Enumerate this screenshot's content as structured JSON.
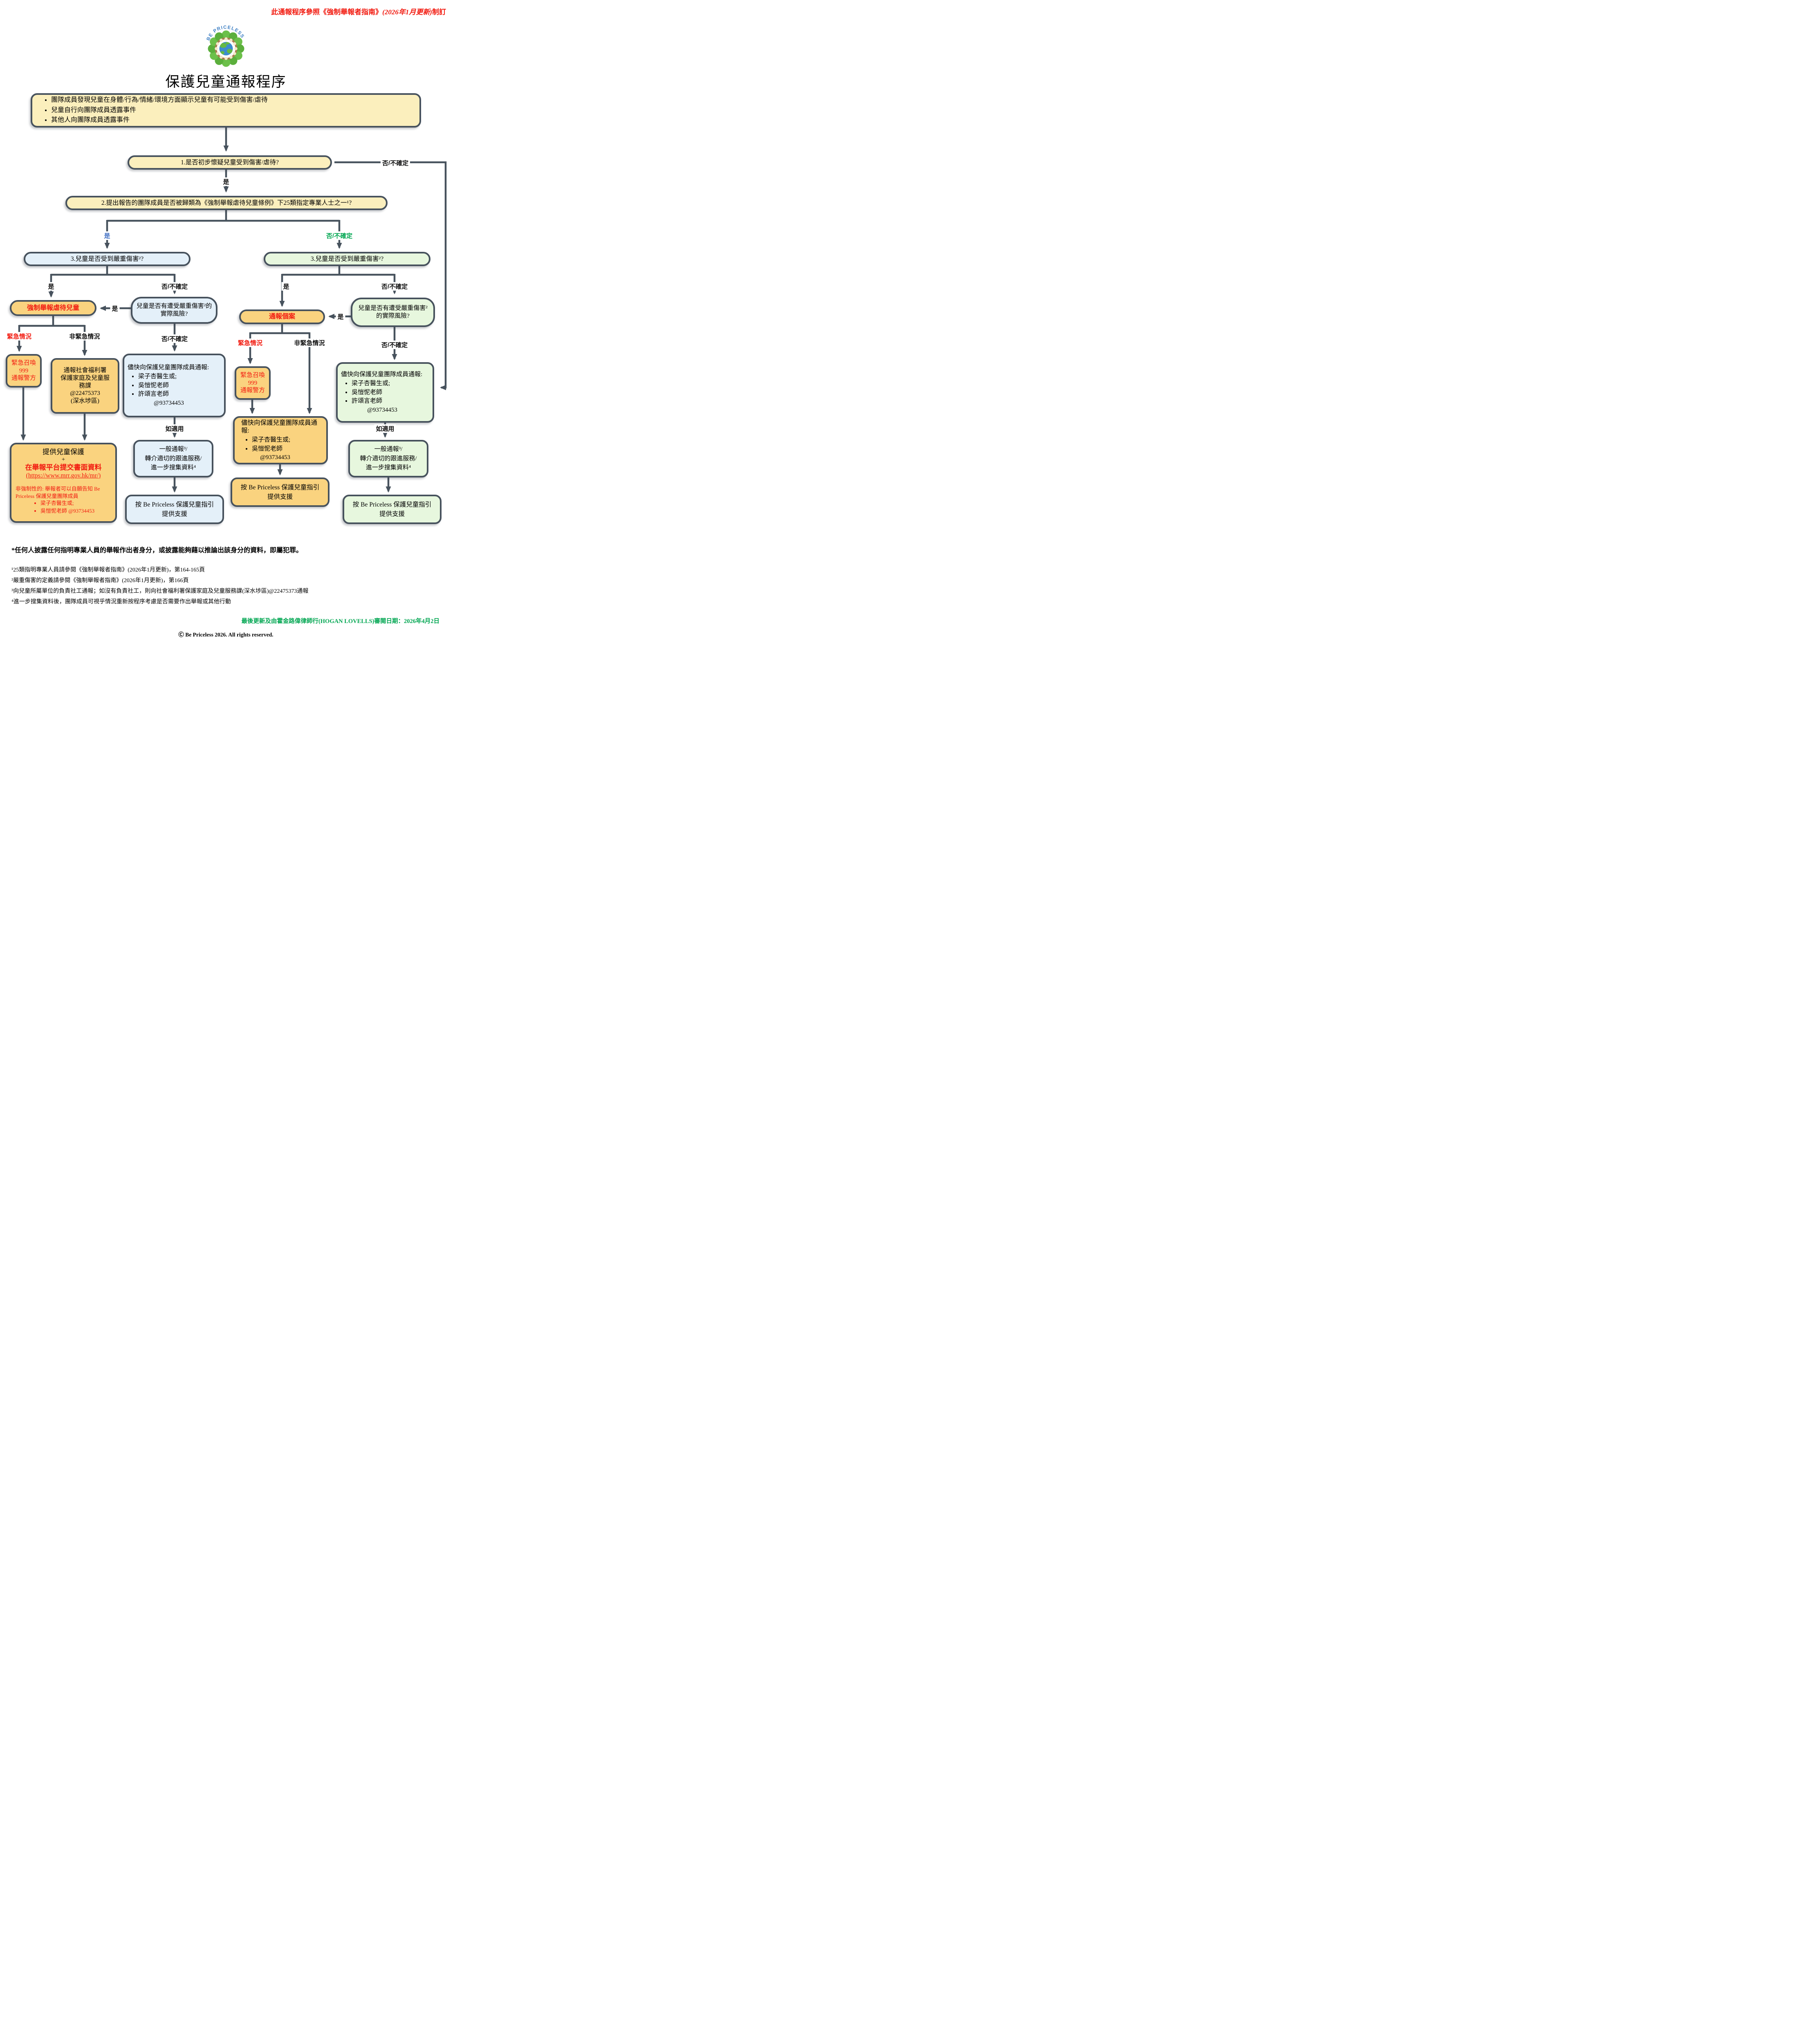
{
  "header": {
    "note_prefix": "此通報程序參照《強制舉報者指南》",
    "note_italic": "(2026年1月更新)",
    "note_suffix": "制訂"
  },
  "logo": {
    "text": "BE PRICELESS"
  },
  "title": "保護兒童通報程序",
  "intro": {
    "bullets": [
      "團隊成員發現兒童在身體/行為/情緒/環境方面顯示兒童有可能受到傷害/虐待",
      "兒童自行向團隊成員透露事件",
      "其他人向團隊成員透露事件"
    ]
  },
  "questions": {
    "q1": "1.是否初步懷疑兒童受到傷害/虐待?",
    "q2": "2.提出報告的團隊成員是否被歸類為《強制舉報虐待兒童條例》下25類指定專業人士之一¹?",
    "q3": "3.兒童是否受到嚴重傷害²?",
    "risk": "兒童是否有遭受嚴重傷害²的實際風險?"
  },
  "labels": {
    "yes": "是",
    "no_unsure": "否/不確定",
    "urgent": "緊急情況",
    "non_urgent": "非緊急情況",
    "if_applicable": "如適用"
  },
  "outcomes": {
    "mandatory_report": "強制舉報虐待兒童",
    "report_case": "通報個案"
  },
  "call999": {
    "lines": [
      "緊急召喚",
      "999",
      "通報警方"
    ]
  },
  "swd": {
    "lines": [
      "通報社會福利署",
      "保護家庭及兒童服",
      "務課",
      "@22475373",
      "(深水埗區)"
    ]
  },
  "notify_full": {
    "title": "儘快向保護兒童團隊成員通報:",
    "members": [
      "梁子杏醫生或;",
      "吳愷怩老師",
      "許頌言老師"
    ],
    "phone": "@93734453"
  },
  "notify_two": {
    "title": "儘快向保護兒童團隊成員通報:",
    "members": [
      "梁子杏醫生或;",
      "吳愷怩老師"
    ],
    "phone": "@93734453"
  },
  "provide": {
    "l1": "提供兒童保護",
    "plus": "+",
    "l2": "在舉報平台提交書面資料",
    "link": "(https://www.mrr.gov.hk/mr/)",
    "note": "非強制性的: 舉報者可以自願告知 Be Priceless 保護兒童團隊成員",
    "members": [
      "梁子杏醫生或;",
      "吳愷怩老師 @93734453"
    ]
  },
  "general_report": {
    "lines": [
      "一般通報³/",
      "轉介適切的跟進服務/",
      "進一步搜集資料⁴"
    ]
  },
  "support": {
    "lines": [
      "按 Be Priceless 保護兒童指引",
      "提供支援"
    ]
  },
  "footer": {
    "warning": "*任何人披露任何指明專業人員的舉報作出者身分，或披露能夠藉以推論出該身分的資料，即屬犯罪。",
    "footnotes": [
      "¹25類指明專業人員請參閱《強制舉報者指南》(2026年1月更新)，第164-165頁",
      "²嚴重傷害的定義請參閱《強制舉報者指南》(2026年1月更新)，第166頁",
      "³向兒童所屬單位的負責社工通報；如沒有負責社工，則向社會福利署保護家庭及兒童服務課(深水埗區)@22475373通報",
      "⁴進一步搜集資料後，團隊成員可視乎情況重新按程序考慮是否需要作出舉報或其他行動"
    ],
    "review": "最後更新及由霍金路偉律師行(HOGAN LOVELLS)審閱日期：2026年4月2日",
    "copyright": "Ⓒ Be Priceless 2026. All rights reserved."
  },
  "colors": {
    "line": "#47525D",
    "yellow": "#FBEFBD",
    "orange": "#FAD37F",
    "light_blue": "#E4F0F9",
    "light_green": "#E7F7DE",
    "red": "#F21B10",
    "yes_blue": "#4472C4",
    "no_green": "#00A651"
  }
}
